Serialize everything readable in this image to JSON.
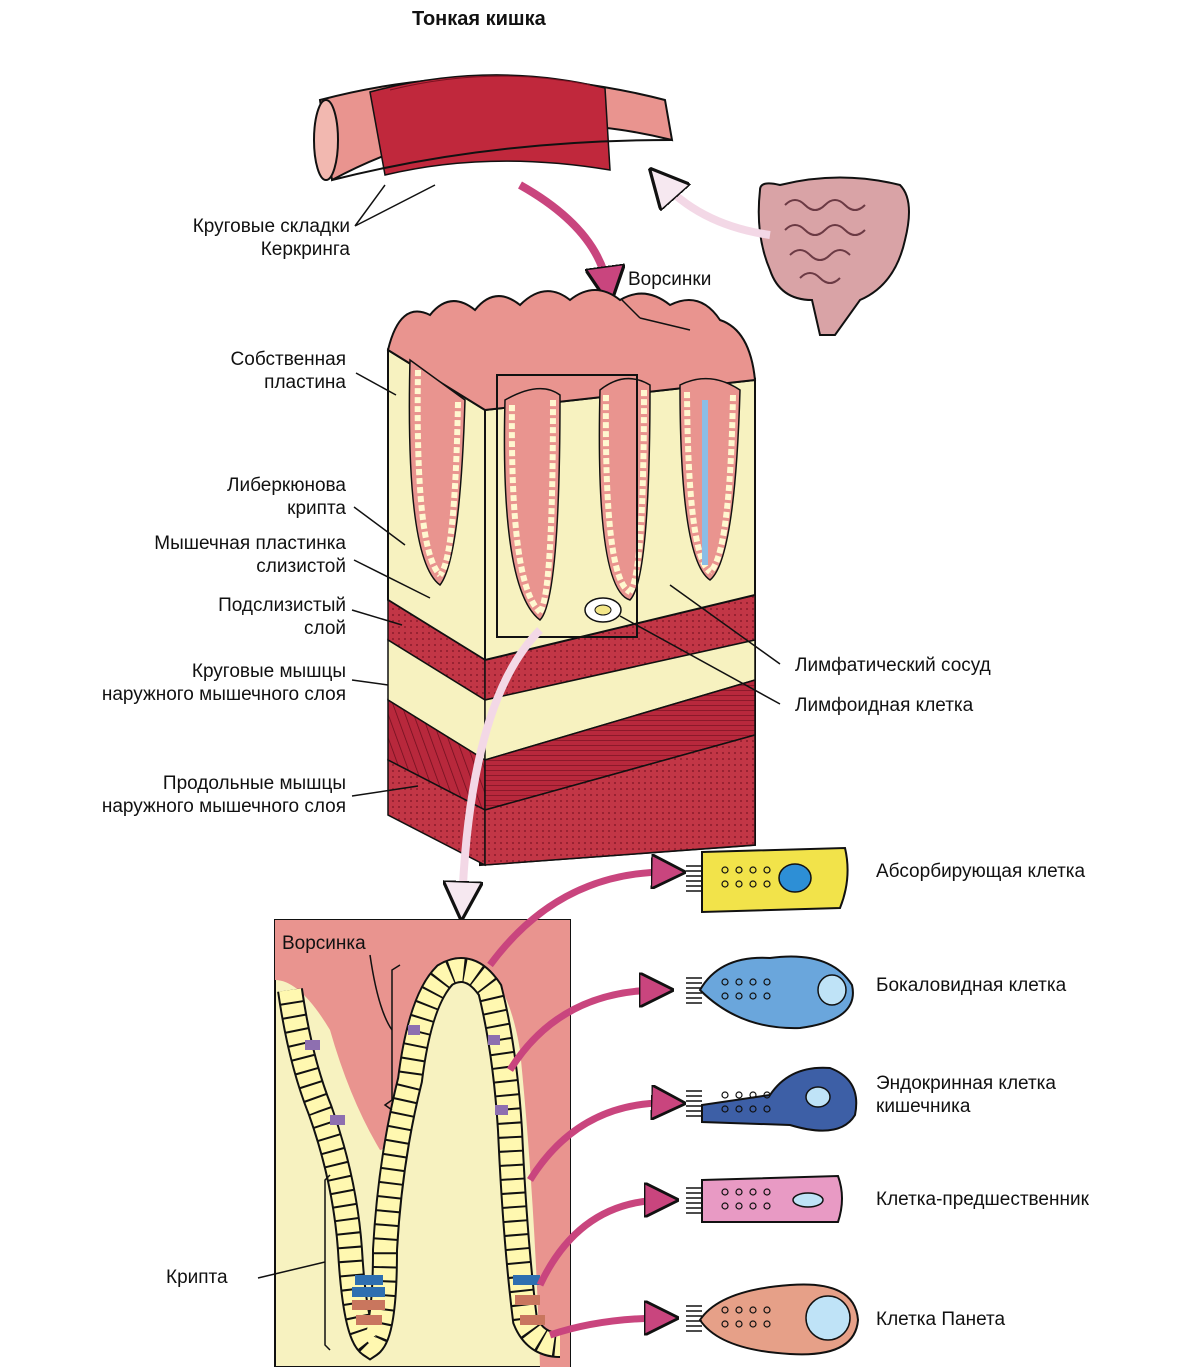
{
  "title": "Тонкая кишка",
  "labels": {
    "circular_folds": [
      "Круговые складки",
      "Керкринга"
    ],
    "villi": "Ворсинки",
    "lamina_propria": [
      "Собственная",
      "пластина"
    ],
    "crypt_lieberkuhn": [
      "Либеркюнова",
      "крипта"
    ],
    "muscularis_mucosae": [
      "Мышечная пластинка",
      "слизистой"
    ],
    "submucosa": [
      "Подслизистый",
      "слой"
    ],
    "circular_muscle": [
      "Круговые мышцы",
      "наружного мышечного слоя"
    ],
    "longitudinal_muscle": [
      "Продольные мышцы",
      "наружного мышечного слоя"
    ],
    "lymph_vessel": "Лимфатический сосуд",
    "lymphoid_cell": "Лимфоидная клетка",
    "villus": "Ворсинка",
    "crypt": "Крипта"
  },
  "cells": [
    {
      "label": [
        "Абсорбирующая клетка"
      ],
      "icon": "absorptive-cell-icon",
      "color": "#f2e34a"
    },
    {
      "label": [
        "Бокаловидная клетка"
      ],
      "icon": "goblet-cell-icon",
      "color": "#6aa6dc"
    },
    {
      "label": [
        "Эндокринная клетка",
        "кишечника"
      ],
      "icon": "endocrine-cell-icon",
      "color": "#3d5fa6"
    },
    {
      "label": [
        "Клетка-предшественник"
      ],
      "icon": "progenitor-cell-icon",
      "color": "#e89ac4"
    },
    {
      "label": [
        "Клетка Панета"
      ],
      "icon": "paneth-cell-icon",
      "color": "#e6a088"
    }
  ],
  "colors": {
    "mucosa_pink": "#e9948f",
    "muscle_red": "#b5283c",
    "submucosa_yellow": "#f7f2c0",
    "arrow_pink": "#c9457e"
  }
}
